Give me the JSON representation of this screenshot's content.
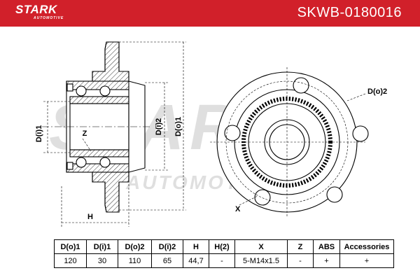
{
  "header": {
    "brand": "STARK",
    "brand_sub": "AUTOMOTIVE",
    "part_number": "SKWB-0180016",
    "color": "#d1202a"
  },
  "drawing": {
    "labels": {
      "di1": "D(i)1",
      "z": "Z",
      "h": "H",
      "di2": "D(i)2",
      "do1": "D(o)1",
      "do2": "D(o)2",
      "x": "X"
    },
    "watermark": "STARK AUTOMOTIVE"
  },
  "spec_table": {
    "headers": [
      "D(o)1",
      "D(i)1",
      "D(o)2",
      "D(i)2",
      "H",
      "H(2)",
      "X",
      "Z",
      "ABS",
      "Accessories"
    ],
    "values": [
      "120",
      "30",
      "110",
      "65",
      "44,7",
      "-",
      "5-M14x1.5",
      "-",
      "+",
      "+"
    ]
  }
}
